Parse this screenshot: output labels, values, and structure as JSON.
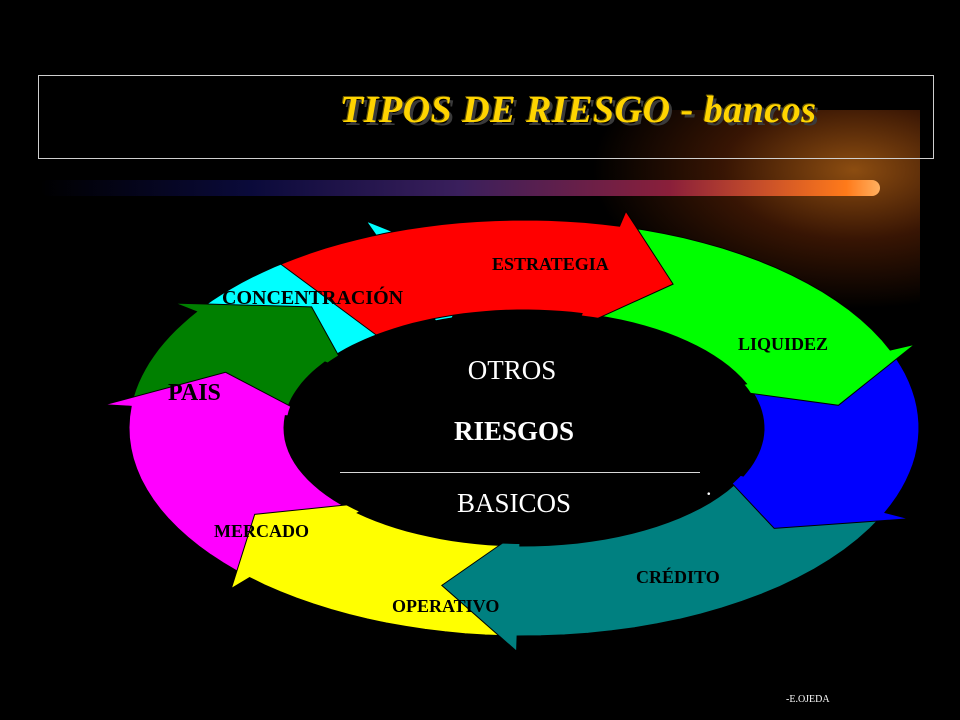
{
  "title": "TIPOS DE RIESGO - bancos",
  "author": "-E.OJEDA",
  "center": {
    "line1": "OTROS",
    "line2": "RIESGOS",
    "line3": "BASICOS"
  },
  "segments": [
    {
      "label": "ESTRATEGIA",
      "color": "#ff0000"
    },
    {
      "label": "LIQUIDEZ",
      "color": "#00ff00"
    },
    {
      "label": "",
      "color": "#0000ff"
    },
    {
      "label": "CRÉDITO",
      "color": "#008080"
    },
    {
      "label": "OPERATIVO",
      "color": "#ffff00"
    },
    {
      "label": "MERCADO",
      "color": "#ff00ff"
    },
    {
      "label": "PAIS",
      "color": "#008000"
    },
    {
      "label": "CONCENTRACIÓN",
      "color": "#00ffff"
    }
  ]
}
